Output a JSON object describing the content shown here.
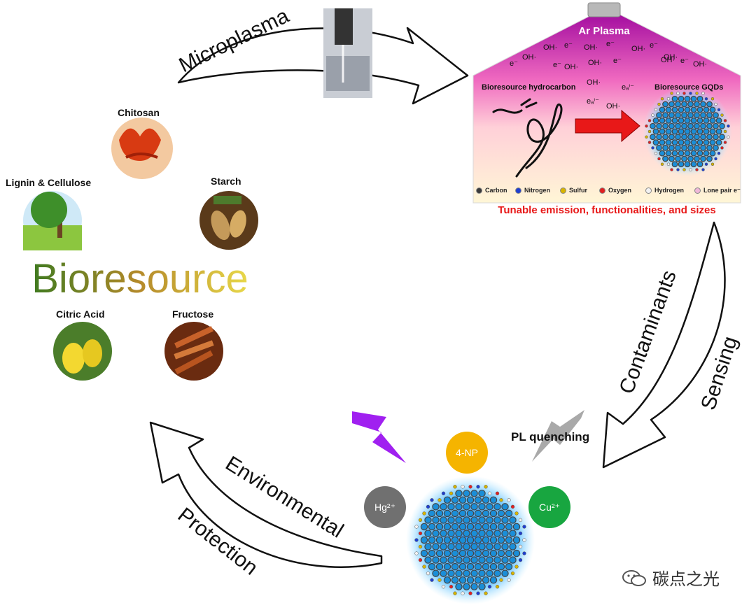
{
  "arrow_labels": {
    "microplasma": "Microplasma",
    "contaminants": "Contaminants",
    "sensing": "Sensing",
    "environmental": "Environmental",
    "protection": "Protection"
  },
  "bioresource": {
    "title": "Bioresource",
    "items": {
      "chitosan": "Chitosan",
      "lignin": "Lignin & Cellulose",
      "starch": "Starch",
      "citric": "Citric Acid",
      "fructose": "Fructose"
    }
  },
  "plasma_panel": {
    "title": "Ar Plasma",
    "species": [
      "OH·",
      "e⁻",
      "OH·",
      "e⁻",
      "OH·",
      "e⁻",
      "OH·",
      "e⁻",
      "OH·",
      "e⁻",
      "OH·",
      "e⁻",
      "OH·",
      "e⁻",
      "OH·",
      "OH·"
    ],
    "left_label": "Bioresource hydrocarbon",
    "right_label": "Bioresource GQDs",
    "mid_species": [
      "OH·",
      "eₐⁱ⁻",
      "eₐⁱ⁻",
      "OH·"
    ],
    "legend": [
      {
        "label": "Carbon",
        "color": "#3a3a3a"
      },
      {
        "label": "Nitrogen",
        "color": "#1f3fd0"
      },
      {
        "label": "Sulfur",
        "color": "#d8b400"
      },
      {
        "label": "Oxygen",
        "color": "#e02020"
      },
      {
        "label": "Hydrogen",
        "color": "#f2f2f2"
      },
      {
        "label": "Lone pair e⁻",
        "color": "#f0b8d8"
      }
    ],
    "tagline": "Tunable emission, functionalities, and sizes"
  },
  "sensing": {
    "quench_label": "PL quenching",
    "ions": [
      {
        "name": "4-NP",
        "color": "#f5b400"
      },
      {
        "name": "Hg²⁺",
        "color": "#707070"
      },
      {
        "name": "Cu²⁺",
        "color": "#18a640"
      }
    ]
  },
  "watermark": "碳点之光",
  "colors": {
    "red_arrow": "#e81818",
    "tagline": "#e81818",
    "lightning": "#a020f0"
  }
}
